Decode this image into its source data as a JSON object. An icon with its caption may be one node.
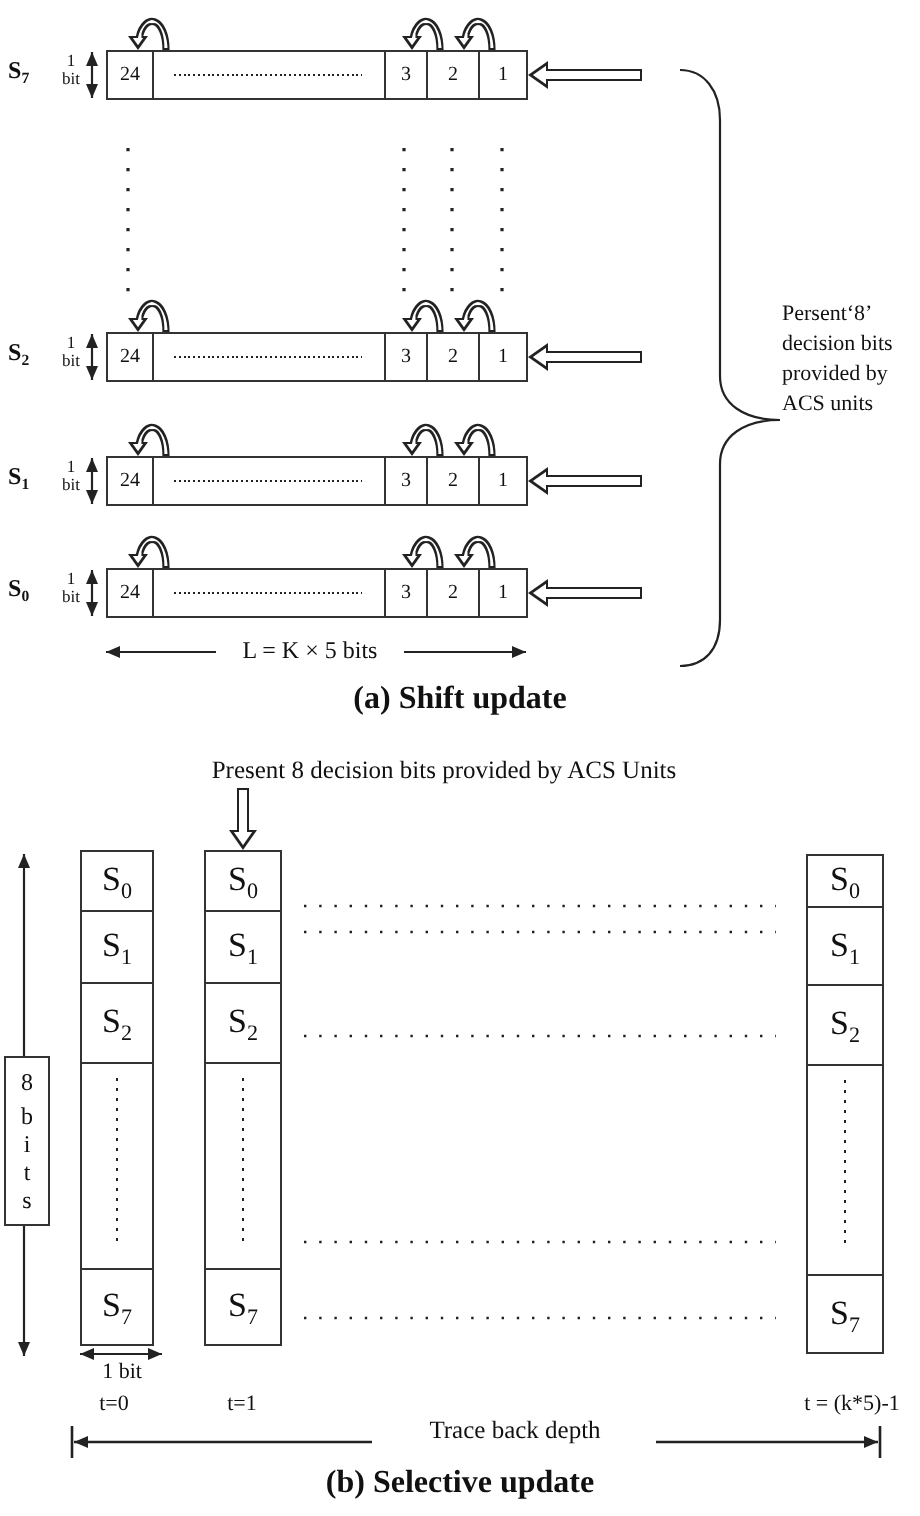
{
  "diagram": {
    "nodes": [
      {
        "text": [
          "24"
        ]
      },
      {
        "text": [],
        "shape": "box"
      },
      {
        "text": [
          "3"
        ]
      },
      {
        "text": [
          "2"
        ]
      },
      {
        "text": [
          "1"
        ]
      },
      {
        "text": [
          "24"
        ]
      },
      {
        "text": [],
        "shape": "box"
      },
      {
        "text": [
          "3"
        ]
      },
      {
        "text": [
          "2"
        ]
      },
      {
        "text": [
          "1"
        ]
      },
      {
        "text": [
          "24"
        ]
      },
      {
        "text": [],
        "shape": "box"
      },
      {
        "text": [
          "3"
        ]
      },
      {
        "text": [
          "2"
        ]
      },
      {
        "text": [
          "1"
        ]
      },
      {
        "text": [
          "24"
        ]
      },
      {
        "text": [],
        "shape": "box"
      },
      {
        "text": [
          "3"
        ]
      },
      {
        "text": [
          "2"
        ]
      },
      {
        "text": [
          "1"
        ]
      },
      {
        "text": [
          "Present 8 decision bits provided by ACS Units"
        ]
      },
      {
        "text": [
          "8 bits"
        ]
      },
      {
        "text": [
          "S$_{0}$"
        ]
      },
      {
        "text": [
          "S$_{1}$"
        ]
      },
      {
        "text": [
          "S$_{2}$"
        ]
      },
      {
        "text": [],
        "shape": "box"
      },
      {
        "text": [
          "S$_{7}$"
        ]
      },
      {
        "text": [
          "S$_{0}$"
        ]
      },
      {
        "text": [
          "S$_{1}$"
        ]
      },
      {
        "text": [
          "S$_{2}$"
        ]
      },
      {
        "text": [],
        "shape": "box"
      },
      {
        "text": [
          "S$_{7}$"
        ]
      },
      {
        "text": [
          "S$_{0}$"
        ]
      },
      {
        "text": [
          "S$_{1}$"
        ]
      },
      {
        "text": [
          "S$_{2}$"
        ]
      },
      {
        "text": [],
        "shape": "box"
      },
      {
        "text": [
          "S$_{7}$"
        ]
      }
    ],
    "edges": [
      {
        "from": 1,
        "to": 0,
        "arrow": "to"
      },
      {
        "from": 3,
        "to": 2,
        "arrow": "to"
      },
      {
        "from": 4,
        "to": 3,
        "arrow": "to"
      },
      {
        "from": null,
        "to": 4,
        "arrow": "to"
      },
      {
        "from": 6,
        "to": 5,
        "arrow": "to"
      },
      {
        "from": 8,
        "to": 7,
        "arrow": "to"
      },
      {
        "from": 9,
        "to": 8,
        "arrow": "to"
      },
      {
        "from": null,
        "to": 9,
        "arrow": "to"
      },
      {
        "from": 11,
        "to": 10,
        "arrow": "to"
      },
      {
        "from": 13,
        "to": 12,
        "arrow": "to"
      },
      {
        "from": 14,
        "to": 13,
        "arrow": "to"
      },
      {
        "from": null,
        "to": 14,
        "arrow": "to"
      },
      {
        "from": 16,
        "to": 15,
        "arrow": "to"
      },
      {
        "from": 18,
        "to": 17,
        "arrow": "to"
      },
      {
        "from": 19,
        "to": 18,
        "arrow": "to"
      },
      {
        "from": null,
        "to": 19,
        "arrow": "to"
      },
      {
        "from": 20,
        "to": 27,
        "arrow": "to"
      }
    ],
    "labels": [
      "S$_{7}$",
      "1 bit",
      "S$_{2}$",
      "1 bit",
      "S$_{1}$",
      "1 bit",
      "S$_{0}$",
      "1 bit",
      "L = K × 5 bits",
      "Persent‘8’ decision bits provided by ACS units",
      "(a) Shift update",
      "1 bit",
      "t=0",
      "t=1",
      "t = (k*5)-1",
      "Trace back depth",
      "(b) Selective update"
    ]
  }
}
